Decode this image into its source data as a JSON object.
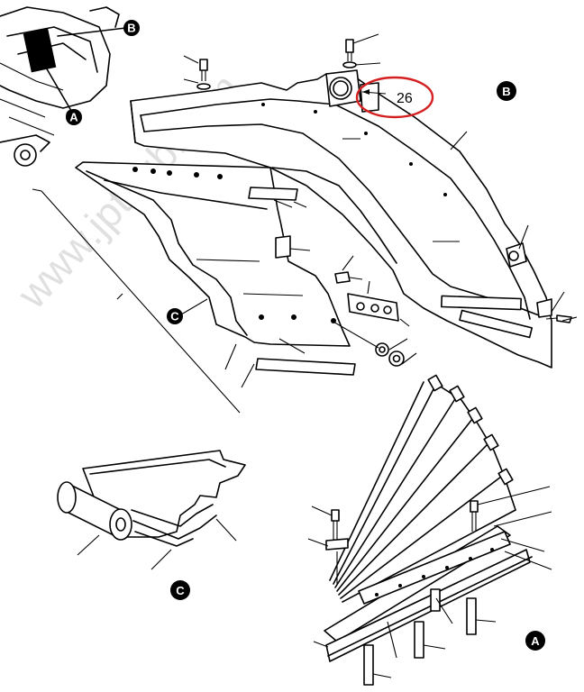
{
  "watermark": "www.jptpub.com",
  "callout": {
    "number": "26",
    "color": "#d42020"
  },
  "views": {
    "a": {
      "label": "A"
    },
    "b": {
      "label": "B"
    },
    "c": {
      "label": "C"
    }
  }
}
